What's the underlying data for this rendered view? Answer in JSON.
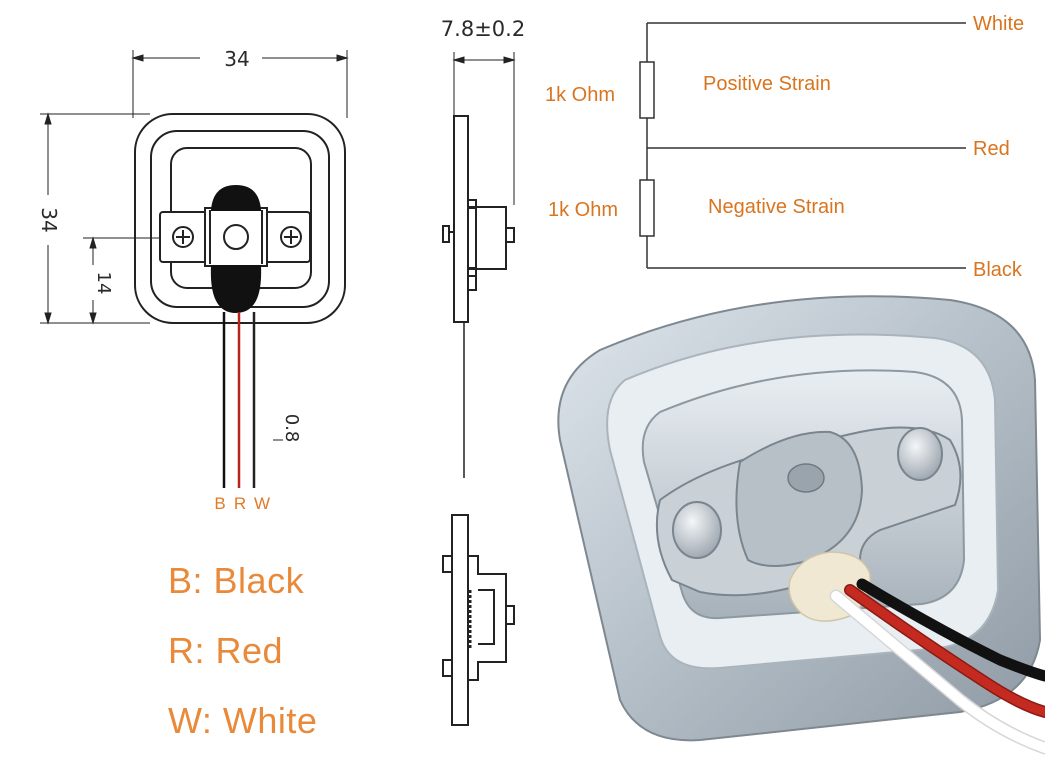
{
  "dimensions": {
    "width": "34",
    "height": "34",
    "offset": "14",
    "thickness": "7.8±0.2",
    "wire_gap": "0.8"
  },
  "wire_letters": [
    "B",
    "R",
    "W"
  ],
  "wire_colors": {
    "black": "#111111",
    "red": "#b8241c",
    "white": "#ffffff"
  },
  "accent_color": "#e07b27",
  "circuit": {
    "resistor_top": "1k Ohm",
    "resistor_bottom": "1k Ohm",
    "strain_top": "Positive Strain",
    "strain_bottom": "Negative Strain",
    "lead_top": "White",
    "lead_mid": "Red",
    "lead_bottom": "Black"
  },
  "legend": [
    {
      "code": "B",
      "color": "Black"
    },
    {
      "code": "R",
      "color": "Red"
    },
    {
      "code": "W",
      "color": "White"
    }
  ]
}
